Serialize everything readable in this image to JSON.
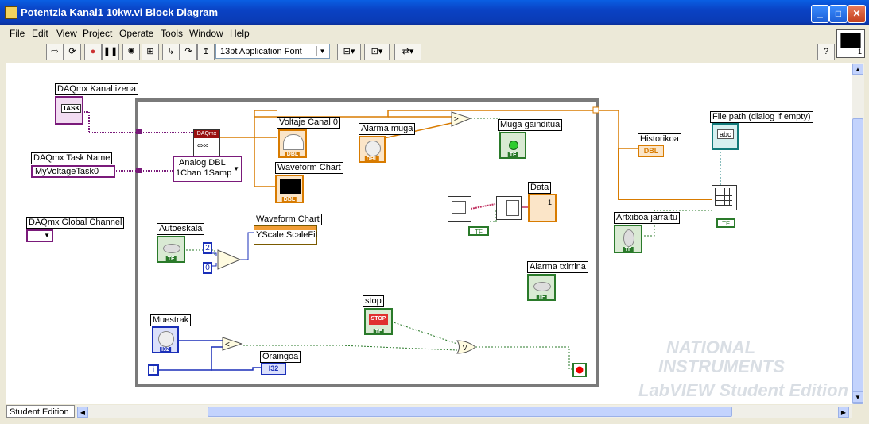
{
  "window": {
    "title": "Potentzia Kanal1 10kw.vi Block Diagram",
    "minimize": "_",
    "maximize": "□",
    "close": "✕"
  },
  "menu": [
    "File",
    "Edit",
    "View",
    "Project",
    "Operate",
    "Tools",
    "Window",
    "Help"
  ],
  "toolbar": {
    "font": "13pt Application Font",
    "help": "?"
  },
  "vi_icon_number": "1",
  "status": {
    "edition": "Student Edition"
  },
  "diagram": {
    "labels": {
      "daqmx_kanal": "DAQmx Kanal izena",
      "daqmx_task": "DAQmx Task Name",
      "daqmx_global": "DAQmx Global Channel",
      "voltaje": "Voltaje Canal 0",
      "alarma_muga": "Alarma muga",
      "muga_gainditu": "Muga gainditua",
      "waveform1": "Waveform Chart",
      "waveform2": "Waveform Chart",
      "autoeskala": "Autoeskala",
      "data": "Data",
      "alarma_txirrina": "Alarma txirrina",
      "stop": "stop",
      "muestrak": "Muestrak",
      "oraingoa": "Oraingoa",
      "historikoa": "Historikoa",
      "file_path": "File path (dialog if empty)",
      "artxiboa": "Artxiboa jarraitu"
    },
    "values": {
      "task_name": "MyVoltageTask0",
      "analog_poly": "Analog DBL",
      "analog_poly2": "1Chan 1Samp",
      "daqmx_badge": "DAQmx",
      "yscale": "YScale.ScaleFit",
      "const2": "2",
      "const0": "0",
      "iter": "i",
      "stop_btn": "STOP",
      "oraingoa_type": "I32",
      "historikoa_type": "DBL",
      "file_abc": "abc",
      "tf": "TF",
      "dbl": "DBL",
      "i32": "I32",
      "chart1": "1"
    }
  },
  "watermark": {
    "line1": "NATIONAL",
    "line2": "INSTRUMENTS",
    "line3": "LabVIEW Student Edition"
  }
}
